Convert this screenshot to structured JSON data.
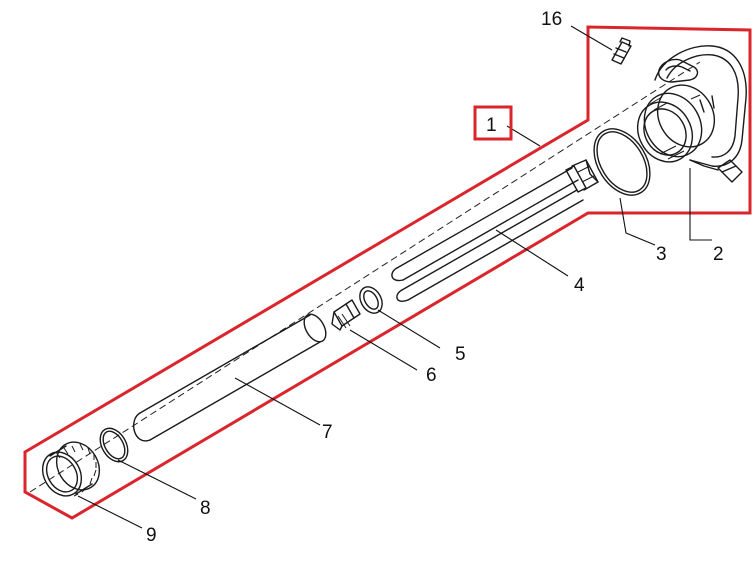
{
  "colors": {
    "highlight": "#d9252b",
    "line": "#1a1a1a",
    "background": "#ffffff"
  },
  "callouts": {
    "assembly": "1",
    "head": "2",
    "oring_large": "3",
    "uv_lamp": "4",
    "clip": "5",
    "holder": "6",
    "quartz_tube": "7",
    "oring_small": "8",
    "nut": "9",
    "bracket": "16"
  }
}
